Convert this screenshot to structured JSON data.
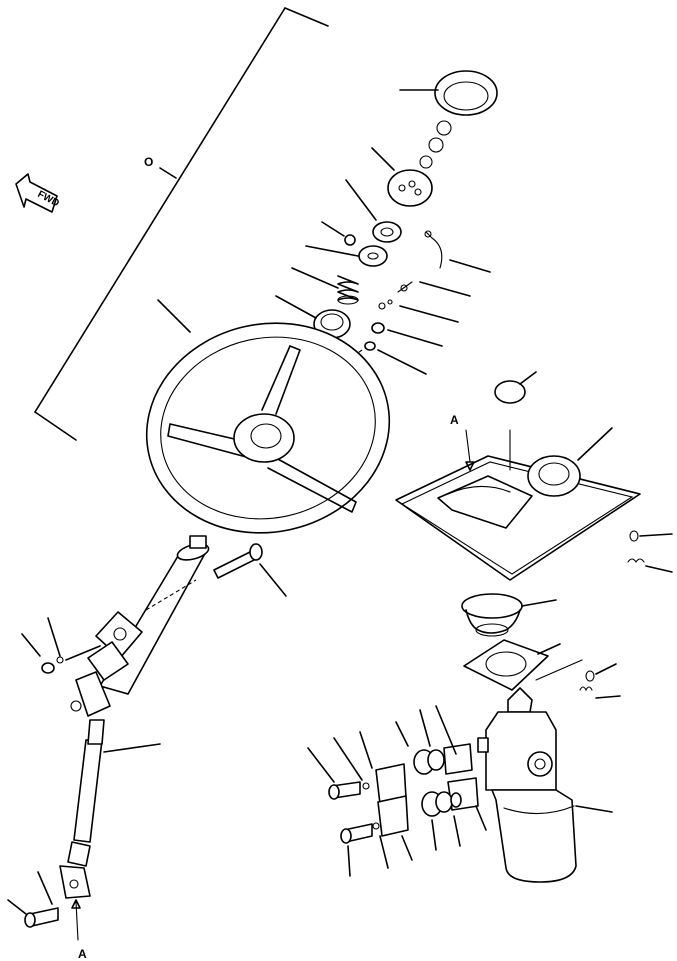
{
  "labels": {
    "fwd": "FWD",
    "bracket_marker": "O",
    "view_a_top": "A",
    "view_a_bottom": "A"
  }
}
